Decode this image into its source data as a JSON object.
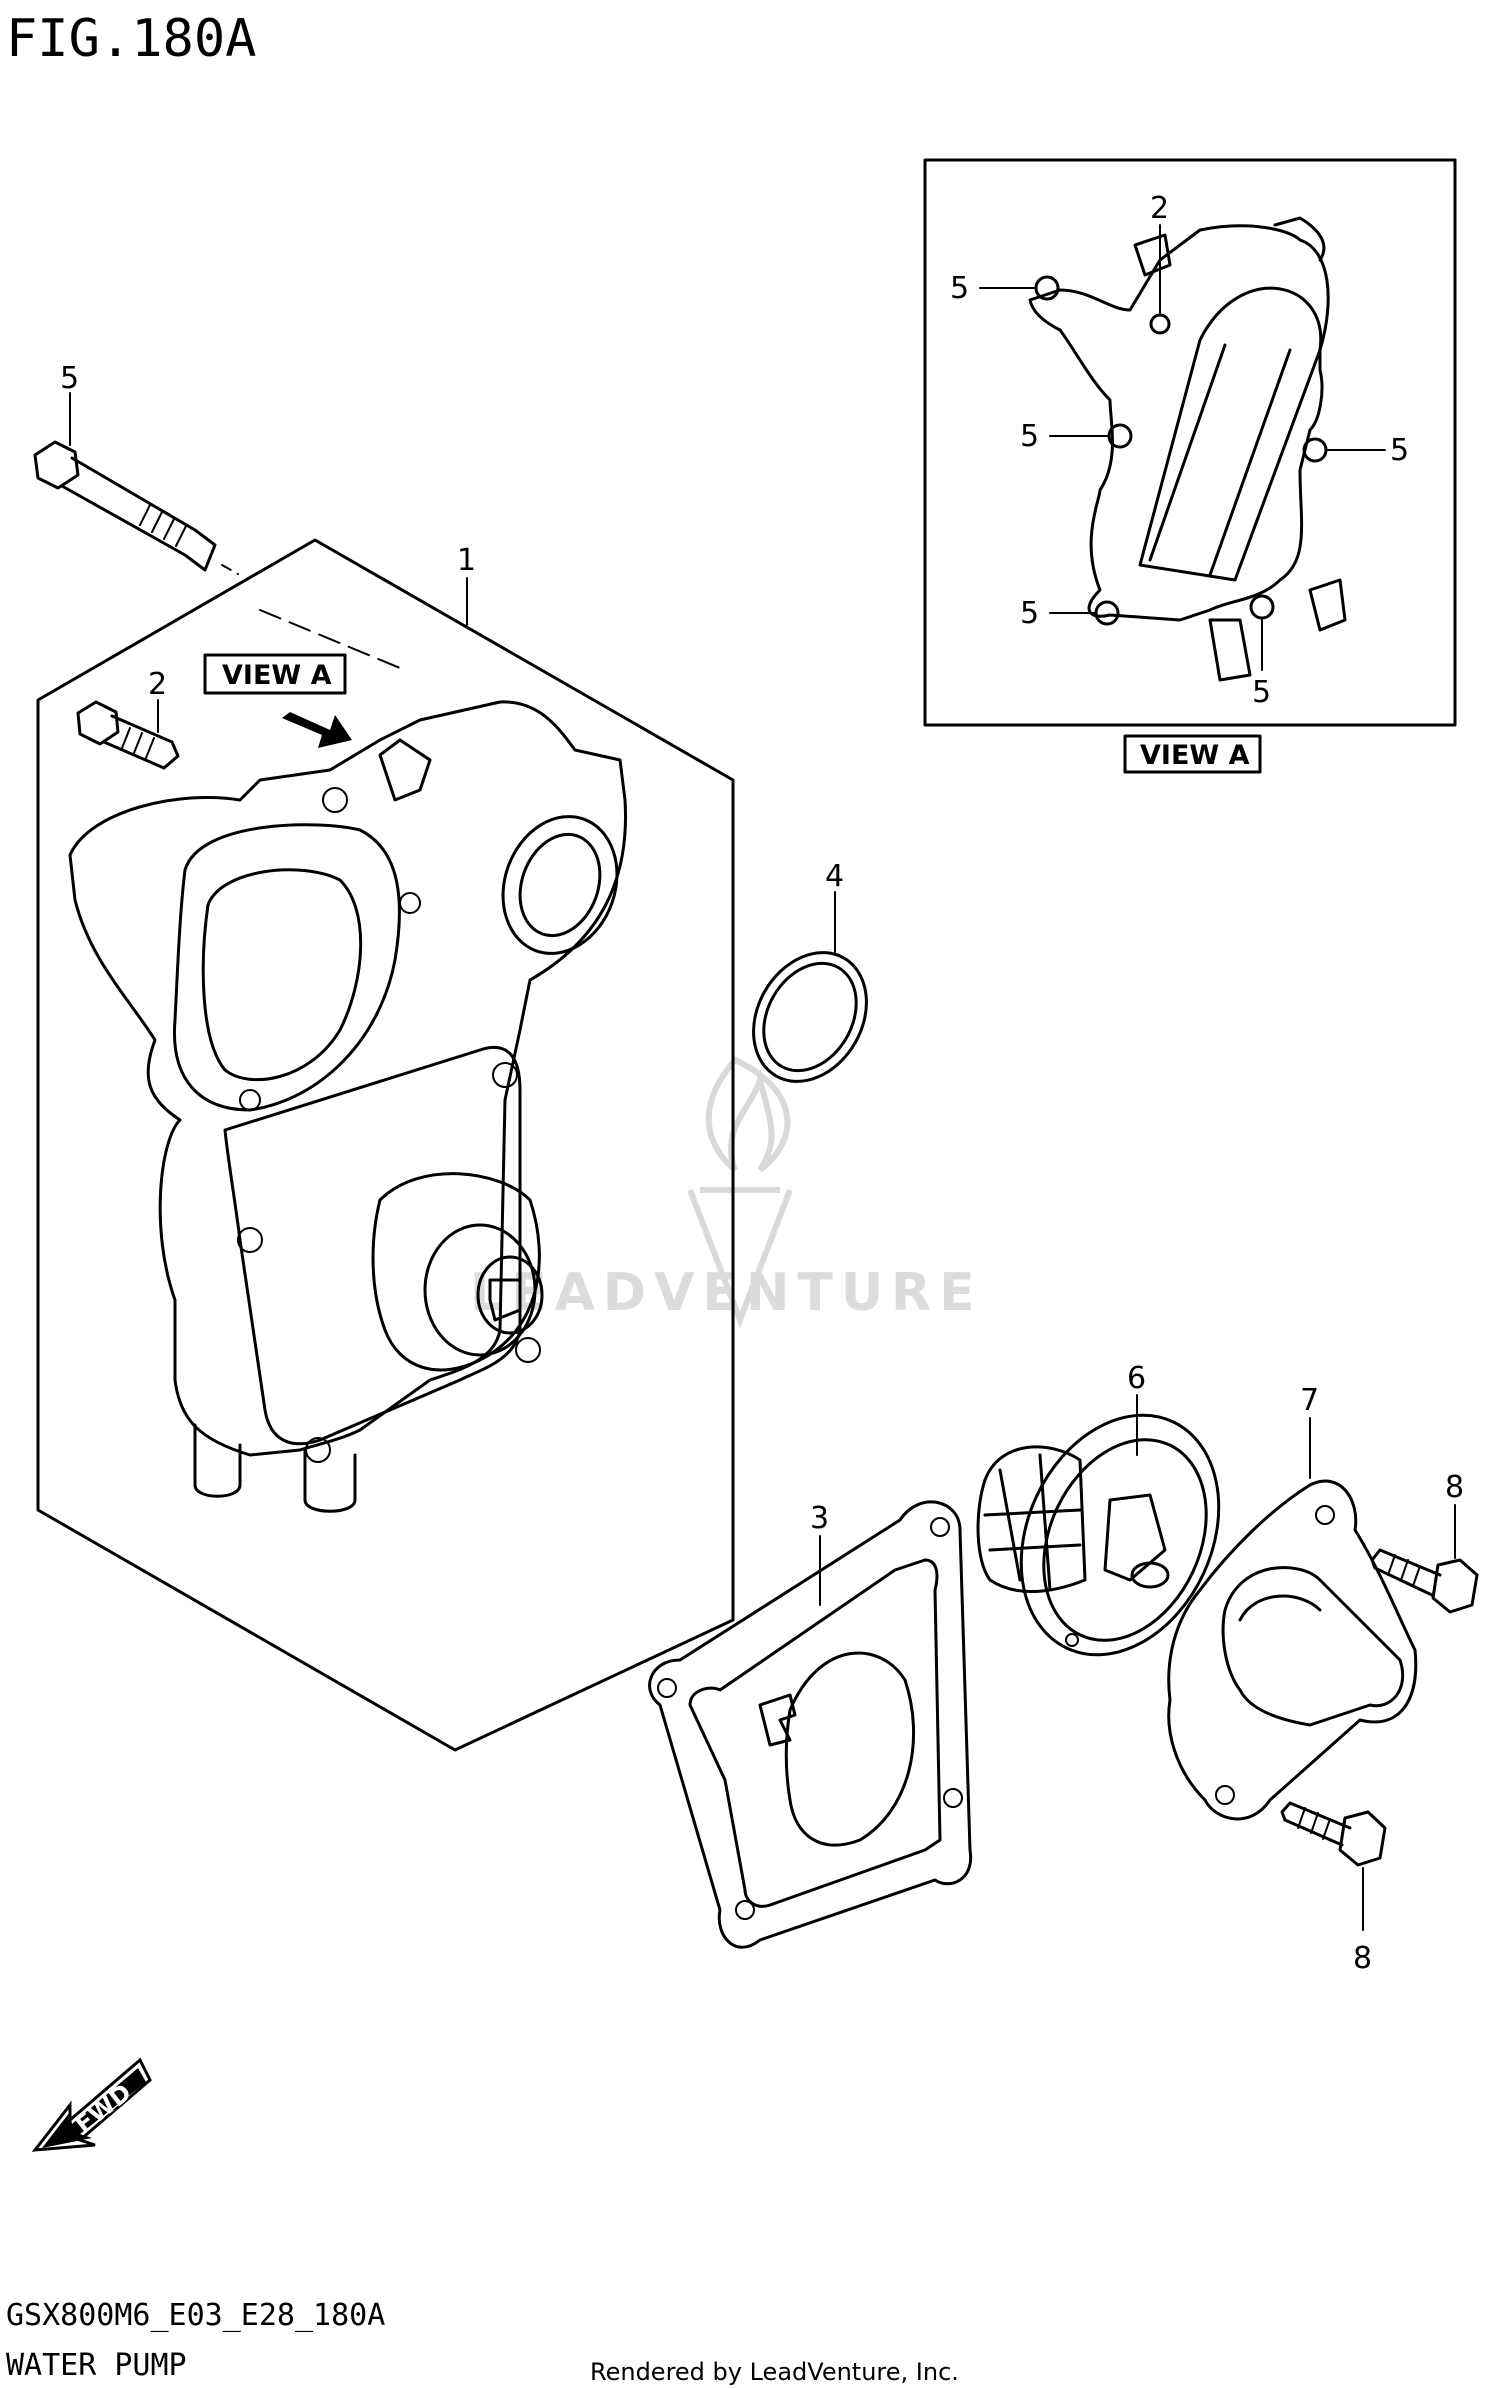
{
  "figure": {
    "title": "FIG.180A",
    "view_label": "VIEW A",
    "inset_view_label": "VIEW A",
    "model_code": "GSX800M6_E03_E28_180A",
    "section_name": "WATER PUMP",
    "footer_credit": "Rendered by LeadVenture, Inc.",
    "direction_badge": "FWD",
    "watermark": "LEADVENTURE"
  },
  "callouts": {
    "c1": "1",
    "c2a": "2",
    "c2b": "2",
    "c3": "3",
    "c4": "4",
    "c5a": "5",
    "c5b": "5",
    "c5c": "5",
    "c5d": "5",
    "c5e": "5",
    "c5f": "5",
    "c6": "6",
    "c7": "7",
    "c8a": "8",
    "c8b": "8"
  },
  "colors": {
    "line": "#000000",
    "background": "#ffffff",
    "watermark": "#d9d9d9"
  }
}
